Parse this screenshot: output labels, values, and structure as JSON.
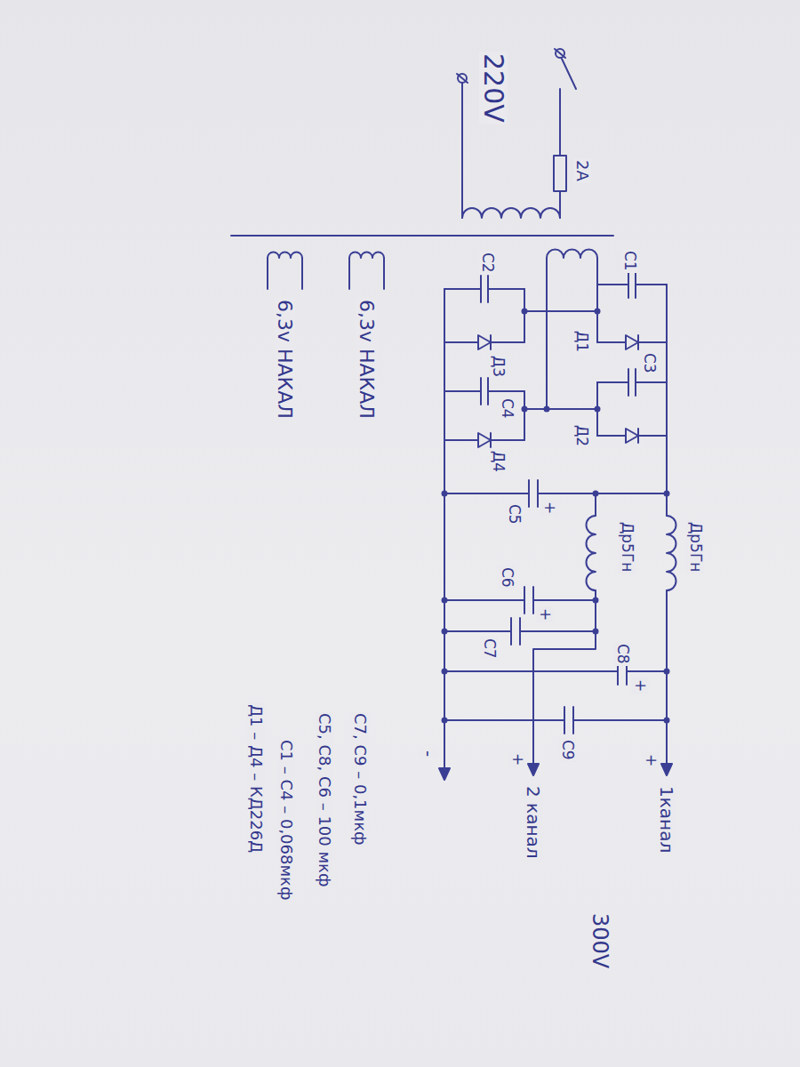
{
  "diagram": {
    "labels": [
      "220V",
      "2A",
      "6,3v НАКАЛ",
      "6,3v НАКАЛ",
      "С1",
      "Д1",
      "С3",
      "Д2",
      "С2",
      "Д3",
      "С4",
      "Д4",
      "+",
      "С5",
      "Др5Гн",
      "Др5Гн",
      "С6",
      "+",
      "С7",
      "С8",
      "+",
      "С9",
      "+",
      "1канал",
      "+",
      "2 канал",
      "300V",
      "-",
      "С7, С9 – 0,1мкф",
      "С5, С8, С6 – 100 мкф",
      "С1 – С4 – 0,068мкф",
      "Д1 – Д4 – КД226Д"
    ]
  }
}
